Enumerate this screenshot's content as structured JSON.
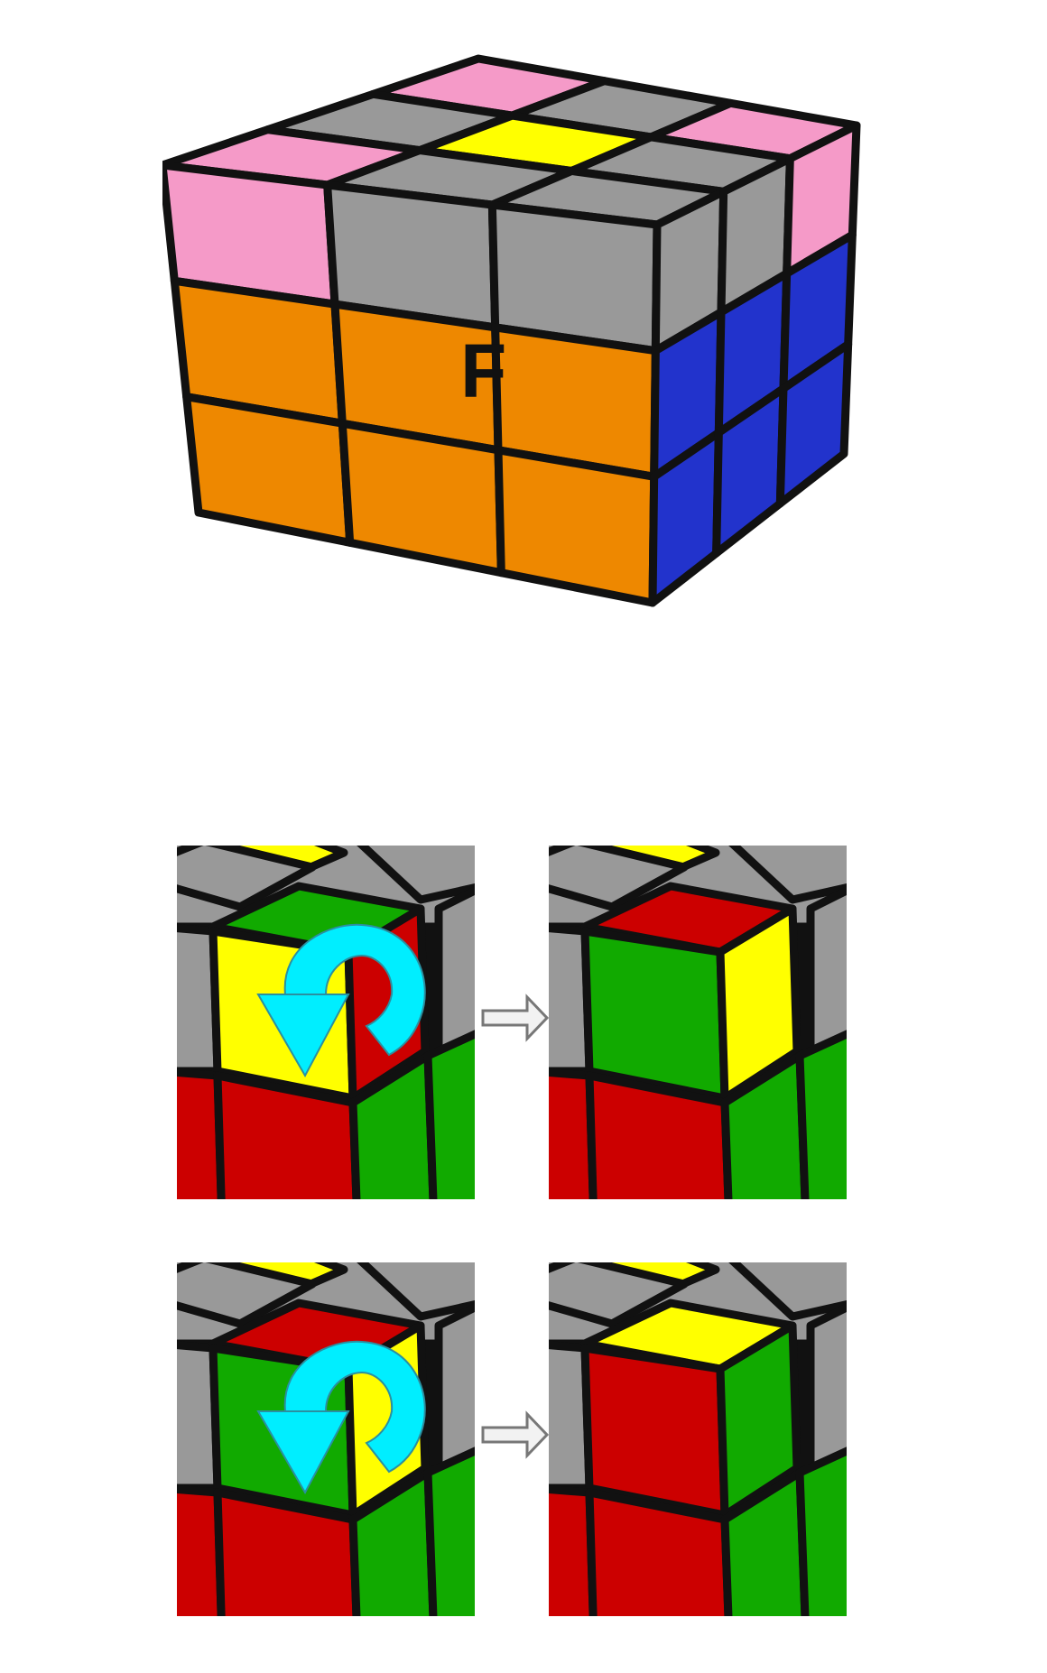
{
  "colors": {
    "pink": "#F59AC8",
    "gray": "#999999",
    "yellow": "#FFFF00",
    "orange": "#EE8800",
    "blue": "#2233CC",
    "red": "#CC0000",
    "green": "#11AA00",
    "cyan": "#00EEFF",
    "outline": "#111111",
    "arrow_fill": "#F2F2F2",
    "arrow_stroke": "#777777"
  },
  "main_cube": {
    "face_label": "F",
    "top_face": [
      [
        "pink",
        "gray",
        "pink"
      ],
      [
        "gray",
        "yellow",
        "gray"
      ],
      [
        "pink",
        "gray",
        "gray"
      ]
    ],
    "front_face": [
      [
        "pink",
        "gray",
        "gray"
      ],
      [
        "orange",
        "orange",
        "orange"
      ],
      [
        "orange",
        "orange",
        "orange"
      ]
    ],
    "right_face": [
      [
        "gray",
        "gray",
        "pink"
      ],
      [
        "blue",
        "blue",
        "blue"
      ],
      [
        "blue",
        "blue",
        "blue"
      ]
    ]
  },
  "steps": [
    {
      "before": {
        "corner_top": "green",
        "corner_front": "yellow",
        "corner_right": "red",
        "rotation_icon": "counterclockwise-twist-icon"
      },
      "after": {
        "corner_top": "red",
        "corner_front": "green",
        "corner_right": "yellow"
      },
      "transition_icon": "right-arrow-icon"
    },
    {
      "before": {
        "corner_top": "red",
        "corner_front": "green",
        "corner_right": "yellow",
        "rotation_icon": "counterclockwise-twist-icon"
      },
      "after": {
        "corner_top": "yellow",
        "corner_front": "red",
        "corner_right": "green"
      },
      "transition_icon": "right-arrow-icon"
    }
  ]
}
